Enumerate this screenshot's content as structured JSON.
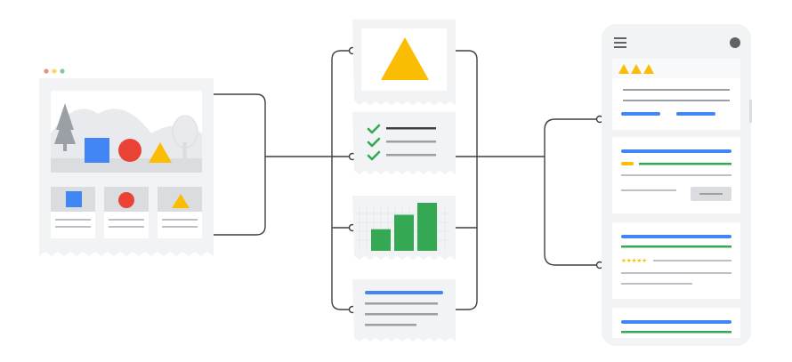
{
  "colors": {
    "blue": "#4285F4",
    "red": "#EA4335",
    "yellow": "#FBBC04",
    "green": "#34A853",
    "connector": "#3C4043",
    "panel": "#F1F3F4",
    "line_gray": "#BDC1C6",
    "dark_gray": "#5F6368"
  },
  "browser_window": {
    "dots": [
      "#F28B82",
      "#FDD663",
      "#81C995"
    ],
    "shapes": [
      "square",
      "circle",
      "triangle"
    ],
    "thumbnails": [
      "square",
      "circle",
      "triangle"
    ]
  },
  "cards": [
    {
      "kind": "image",
      "icon": "triangle-icon"
    },
    {
      "kind": "checklist",
      "items": 3,
      "icon": "checkmark-icon"
    },
    {
      "kind": "bar-chart",
      "relative_values": [
        0.45,
        0.75,
        1.0
      ]
    },
    {
      "kind": "text-snippet"
    }
  ],
  "phone": {
    "menu_icon": "hamburger-menu-icon",
    "avatar_icon": "avatar-icon",
    "rating_triangles": 3,
    "star_rating": "★★★★★",
    "result_cards": 4
  }
}
